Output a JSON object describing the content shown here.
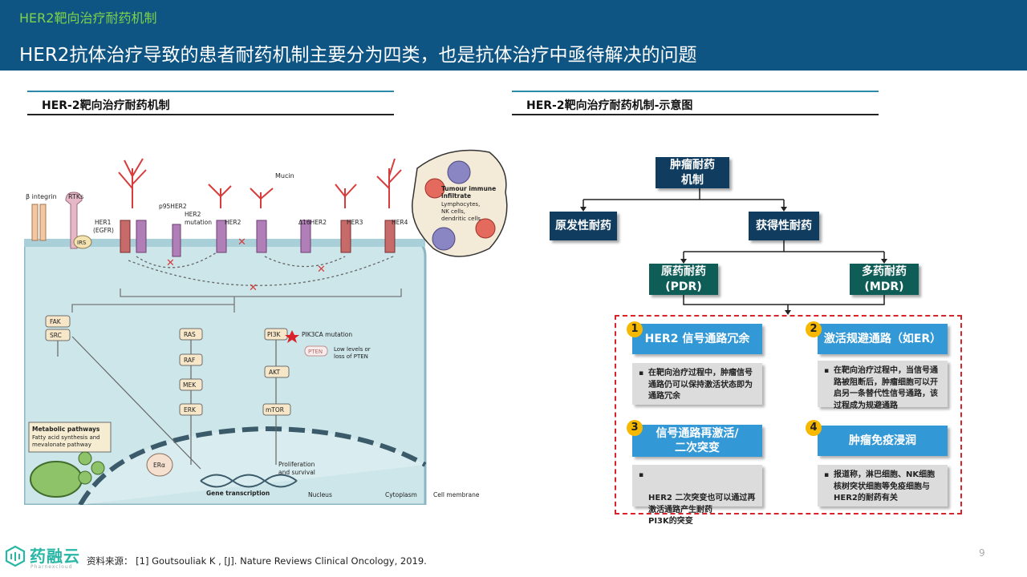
{
  "header": {
    "topic": "HER2靶向治疗耐药机制",
    "headline": "HER2抗体治疗导致的患者耐药机制主要分为四类，也是抗体治疗中亟待解决的问题"
  },
  "left_section": {
    "title": "HER-2靶向治疗耐药机制",
    "figure": {
      "receptors": [
        "β integrin",
        "RTKs",
        "HER1\n(EGFR)",
        "p95HER2",
        "HER2\nmutation",
        "HER2",
        "Δ16HER2",
        "HER3",
        "HER4"
      ],
      "mucin": "Mucin",
      "immune": {
        "title": "Tumour immune\ninfiltrate",
        "cells": "Lymphocytes,\nNK cells,\ndendritic cells"
      },
      "irs": "IRS",
      "left_pathway": [
        "FAK",
        "SRC"
      ],
      "mapk": [
        "RAS",
        "RAF",
        "MEK",
        "ERK"
      ],
      "pi3k": [
        "PI3K",
        "AKT",
        "mTOR"
      ],
      "pik3ca": "PIK3CA mutation",
      "pten": "PTEN",
      "pten_note": "Low levels or\nloss of PTEN",
      "metabolic_title": "Metabolic pathways",
      "metabolic_body": "Fatty acid synthesis and\nmevalonate pathway",
      "er": "ERα",
      "proliferation": "Proliferation\nand survival",
      "gene": "Gene transcription",
      "nucleus": "Nucleus",
      "cytoplasm": "Cytoplasm",
      "membrane": "Cell membrane"
    }
  },
  "right_section": {
    "title": "HER-2靶向治疗耐药机制-示意图",
    "root": "肿瘤耐药\n机制",
    "primary": "原发性耐药",
    "acquired": "获得性耐药",
    "pdr": "原药耐药\n(PDR)",
    "mdr": "多药耐药\n(MDR)",
    "mechanisms": [
      {
        "num": "1",
        "title": "HER2 信号通路冗余",
        "desc": "在靶向治疗过程中，肿瘤信号通路仍可以保持激活状态即为通路冗余"
      },
      {
        "num": "2",
        "title": "激活规避通路（如ER）",
        "desc": "在靶向治疗过程中，当信号通路被阻断后，肿瘤细胞可以开启另一条替代性信号通路，该过程成为规避通路"
      },
      {
        "num": "3",
        "title": "信号通路再激活/\n二次突变",
        "desc": "HER2 二次突变也可以通过再激活通路产生耐药\nPI3K的突变"
      },
      {
        "num": "4",
        "title": "肿瘤免疫浸润",
        "desc": "报道称，淋巴细胞、NK细胞核树突状细胞等免疫细胞与HER2的耐药有关"
      }
    ]
  },
  "footer": {
    "logo_name": "药融云",
    "logo_sub": "Pharnexcloud",
    "source": "资料来源：  [1] Goutsouliak K , [J]. Nature Reviews Clinical Oncology, 2019.",
    "page": "9"
  },
  "colors": {
    "banner": "#0f5584",
    "topic": "#7fd34a",
    "navy_node": "#0f3c5f",
    "green_node": "#0e5d57",
    "blue_head": "#3398d6",
    "badge": "#f6b800",
    "dash": "#d8232a"
  }
}
